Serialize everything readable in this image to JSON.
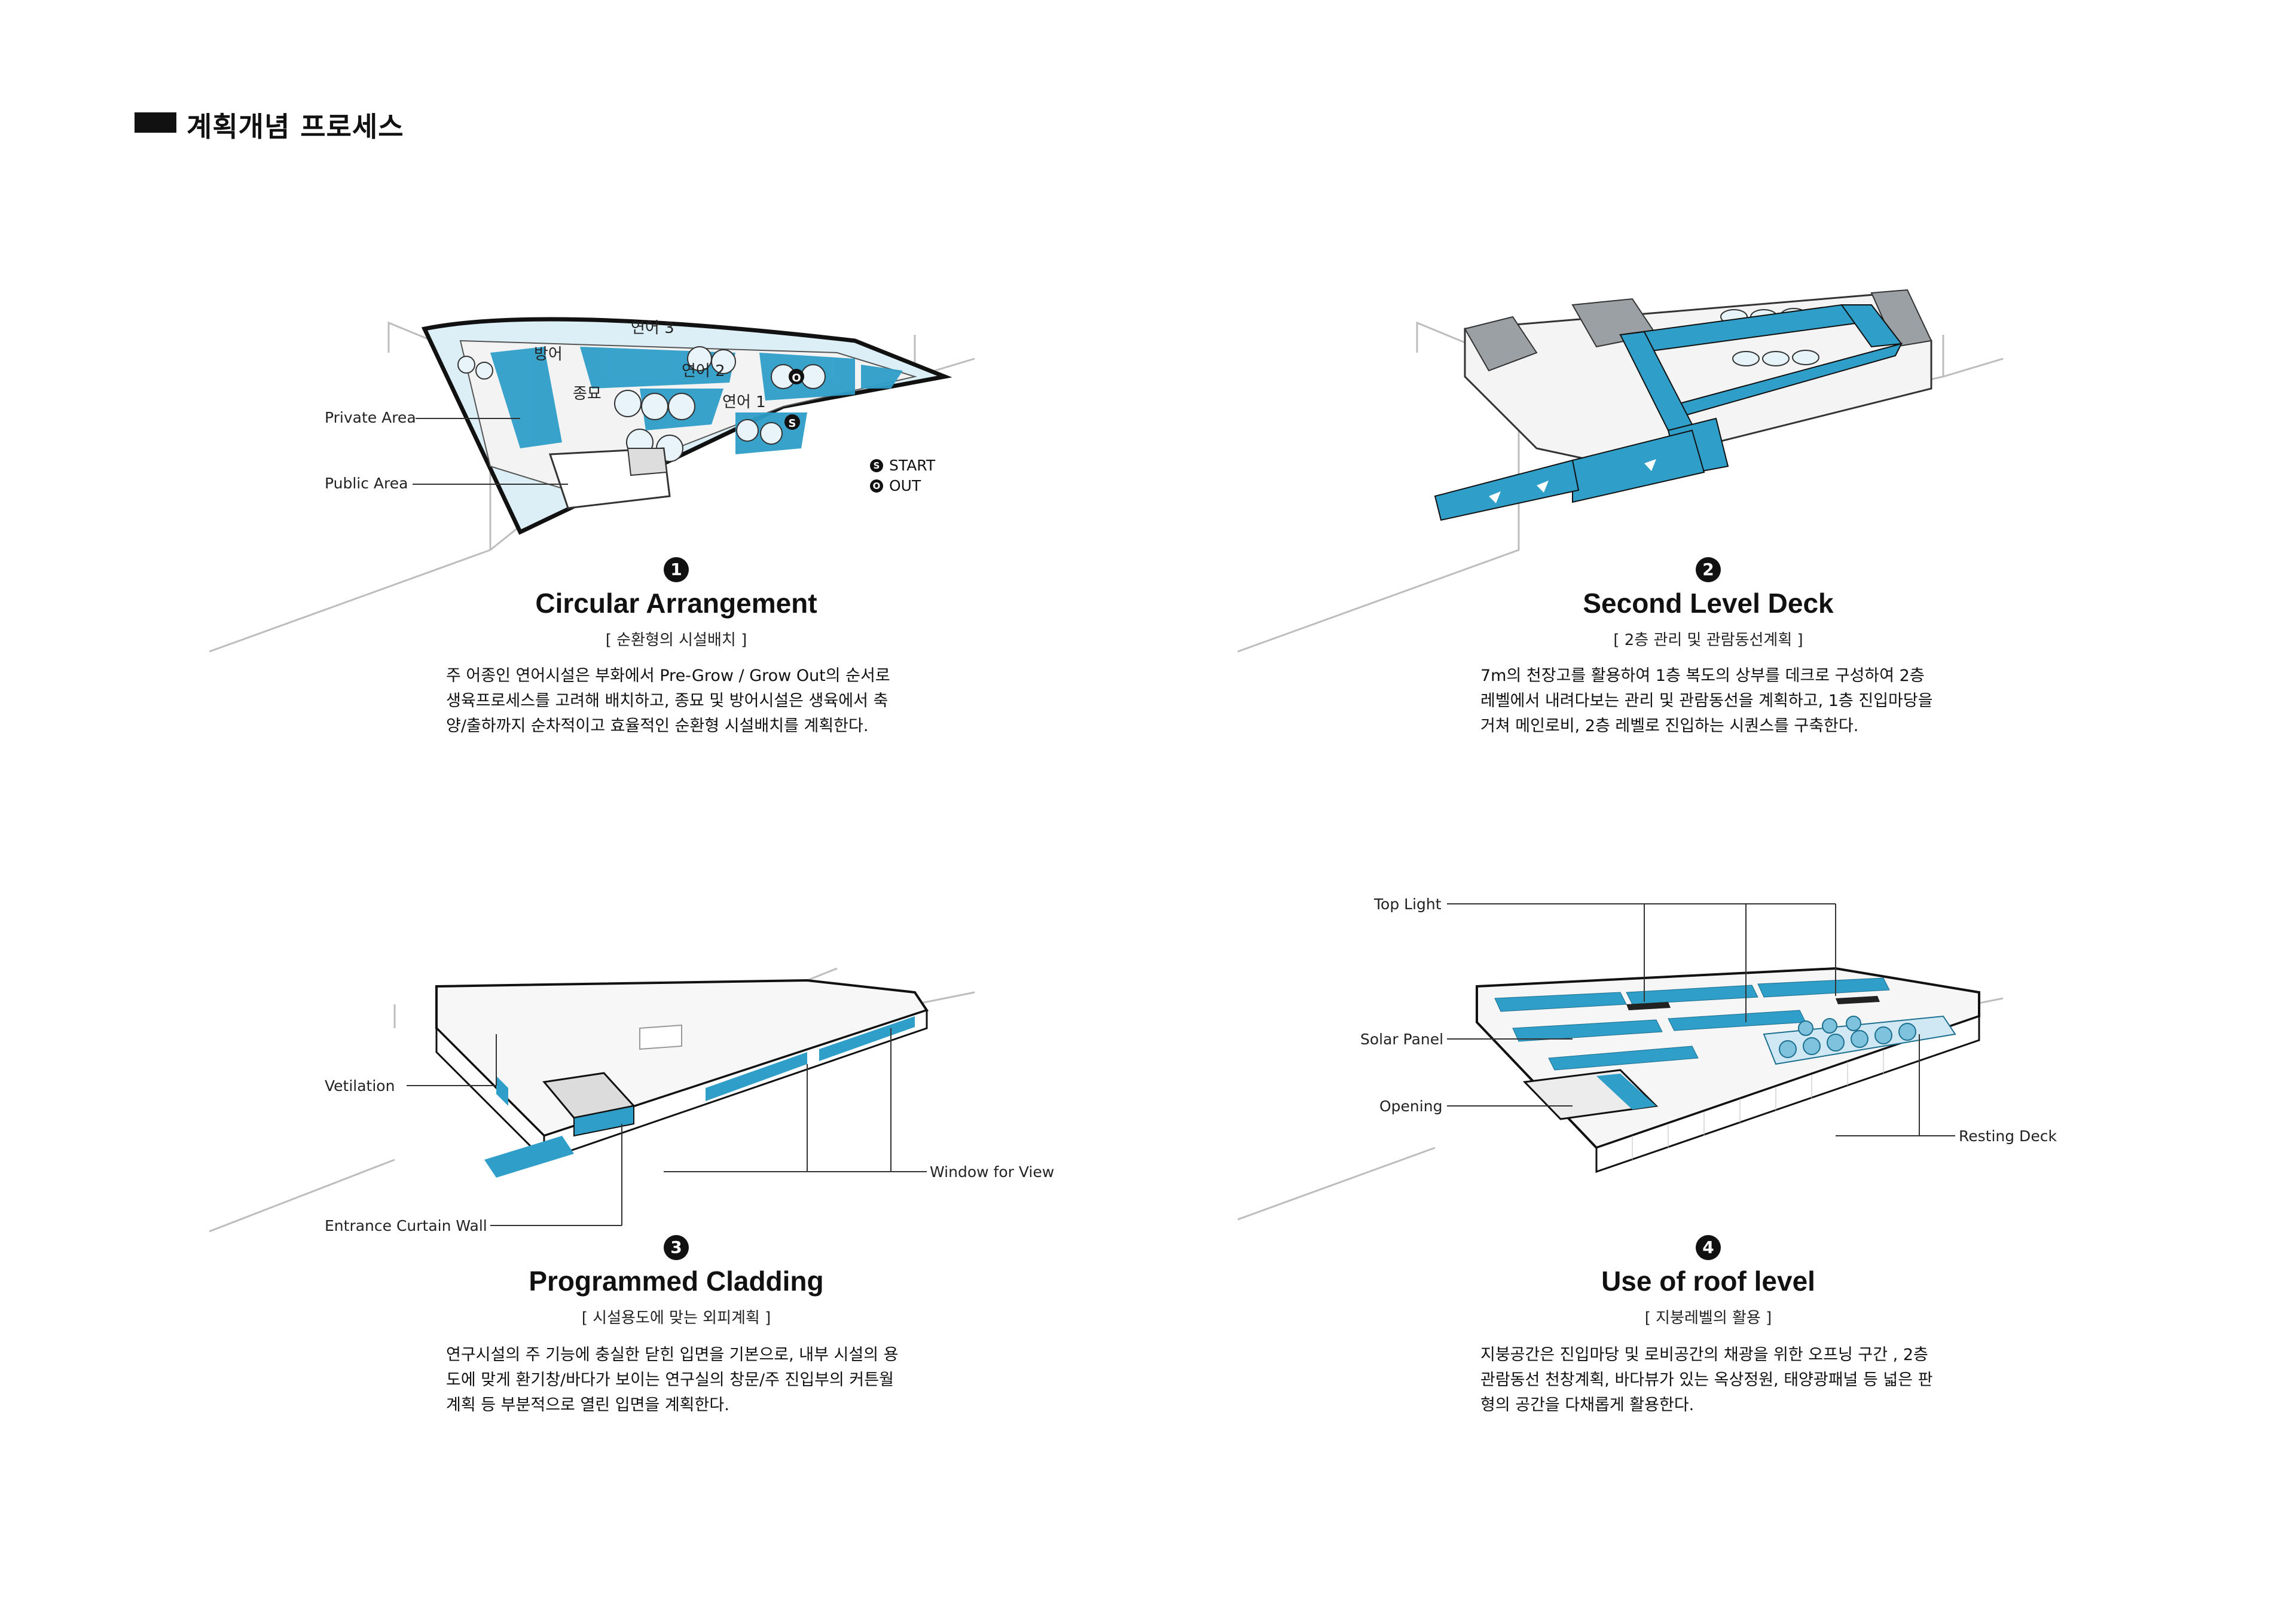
{
  "page_title": "계획개념 프로세스",
  "panel1": {
    "num": "1",
    "title": "Circular Arrangement",
    "subtitle": "[ 순환형의 시설배치 ]",
    "desc": "주 어종인 연어시설은 부화에서 Pre-Grow / Grow Out의 순서로 생육프로세스를 고려해 배치하고, 종묘 및 방어시설은 생육에서 축양/출하까지 순차적이고 효율적인 순환형 시설배치를 계획한다.",
    "labels": {
      "salmon3": "연어 3",
      "salmon2": "연어 2",
      "salmon1": "연어 1",
      "yellowtail": "방어",
      "seed": "종묘"
    },
    "callouts": {
      "private": "Private Area",
      "public": "Public Area"
    },
    "legend": {
      "start_icon": "S",
      "start": "START",
      "out_icon": "O",
      "out": "OUT"
    }
  },
  "panel2": {
    "num": "2",
    "title": "Second Level Deck",
    "subtitle": "[ 2층 관리 및 관람동선계획 ]",
    "desc": "7m의 천장고를 활용하여 1층 복도의 상부를 데크로 구성하여 2층 레벨에서 내려다보는 관리 및 관람동선을 계획하고, 1층 진입마당을 거쳐 메인로비, 2층 레벨로 진입하는 시퀀스를 구축한다."
  },
  "panel3": {
    "num": "3",
    "title": "Programmed Cladding",
    "subtitle": "[ 시설용도에 맞는 외피계획 ]",
    "desc": "연구시설의 주 기능에 충실한 닫힌 입면을 기본으로, 내부 시설의 용도에 맞게 환기창/바다가 보이는 연구실의 창문/주 진입부의 커튼월 계획 등 부분적으로 열린 입면을 계획한다.",
    "callouts": {
      "ventilation": "Vetilation",
      "entrance": "Entrance Curtain Wall",
      "window": "Window for View"
    }
  },
  "panel4": {
    "num": "4",
    "title": "Use of roof level",
    "subtitle": "[ 지붕레벨의 활용 ]",
    "desc": "지붕공간은 진입마당 및 로비공간의 채광을 위한 오프닝 구간 , 2층 관람동선 천창계획, 바다뷰가 있는 옥상정원, 태양광패널 등 넓은 판형의 공간을 다채롭게 활용한다.",
    "callouts": {
      "top_light": "Top Light",
      "solar": "Solar Panel",
      "opening": "Opening",
      "resting": "Resting Deck"
    }
  },
  "colors": {
    "accent": "#2f9ec9",
    "accent_light": "#cfe8f3",
    "line": "#111111",
    "site": "#bdbdbd"
  }
}
